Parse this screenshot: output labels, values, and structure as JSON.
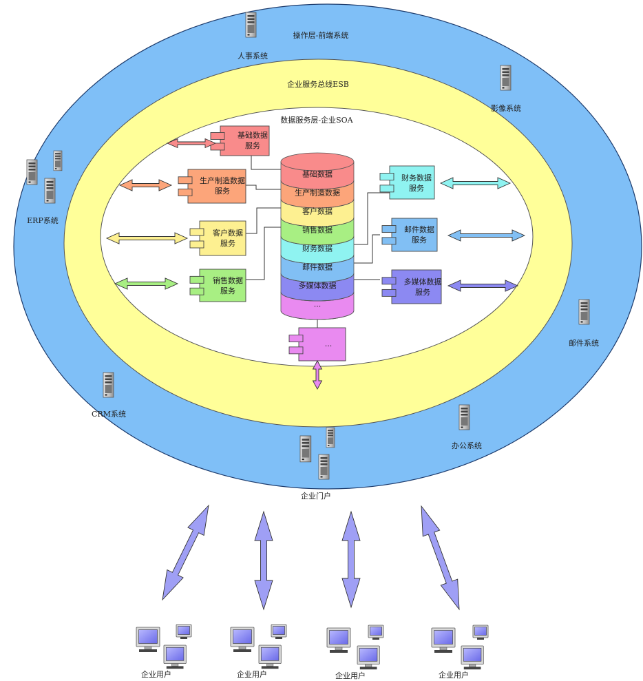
{
  "layers": {
    "outer": {
      "title": "操作层-前端系统",
      "fill": "#7fbff7"
    },
    "middle": {
      "title": "企业服务总线ESB",
      "fill": "#ffff99"
    },
    "inner": {
      "title": "数据服务层-企业SOA",
      "fill": "#ffffff"
    }
  },
  "database": {
    "segments": [
      {
        "label": "基础数据",
        "color": "#f98b8b"
      },
      {
        "label": "生产制造数据",
        "color": "#fca57a"
      },
      {
        "label": "客户数据",
        "color": "#fdf091"
      },
      {
        "label": "销售数据",
        "color": "#a8ef83"
      },
      {
        "label": "财务数据",
        "color": "#8ff3f1"
      },
      {
        "label": "邮件数据",
        "color": "#81bff4"
      },
      {
        "label": "多媒体数据",
        "color": "#8c89f2"
      },
      {
        "label": "...",
        "color": "#e98af0"
      }
    ]
  },
  "services": {
    "base": {
      "line1": "基础数据",
      "line2": "服务",
      "color": "#f98b8b",
      "arrow": "#f98b8b"
    },
    "production": {
      "line1": "生产制造数据",
      "line2": "服务",
      "color": "#fca57a",
      "arrow": "#fca57a"
    },
    "customer": {
      "line1": "客户数据",
      "line2": "服务",
      "color": "#fdf091",
      "arrow": "#fdf091"
    },
    "sales": {
      "line1": "销售数据",
      "line2": "服务",
      "color": "#a8ef83",
      "arrow": "#a8ef83"
    },
    "finance": {
      "line1": "财务数据",
      "line2": "服务",
      "color": "#8ff3f1",
      "arrow": "#8ff3f1"
    },
    "mail": {
      "line1": "邮件数据",
      "line2": "服务",
      "color": "#81bff4",
      "arrow": "#81bff4"
    },
    "multimedia": {
      "line1": "多媒体数据",
      "line2": "服务",
      "color": "#8c89f2",
      "arrow": "#8c89f2"
    },
    "other": {
      "line1": "...",
      "color": "#e98af0",
      "arrow": "#e98af0"
    }
  },
  "systems": {
    "hr": "人事系统",
    "imaging": "影像系统",
    "erp": "ERP系统",
    "mail": "邮件系统",
    "crm": "CRM系统",
    "office": "办公系统",
    "portal": "企业门户"
  },
  "users": [
    "企业用户",
    "企业用户",
    "企业用户",
    "企业用户"
  ]
}
